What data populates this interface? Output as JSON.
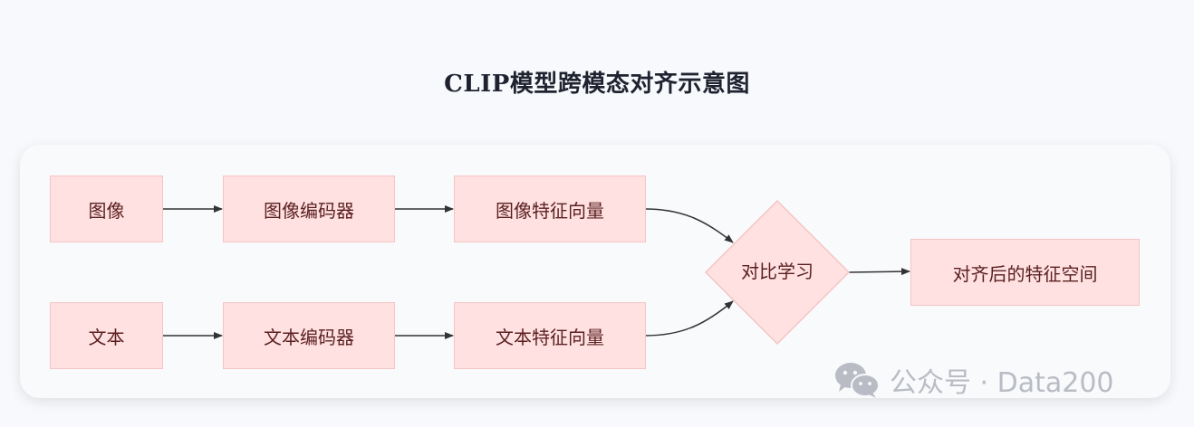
{
  "title": "CLIP模型跨模态对齐示意图",
  "nodes": {
    "image": "图像",
    "image_encoder": "图像编码器",
    "image_feature": "图像特征向量",
    "text": "文本",
    "text_encoder": "文本编码器",
    "text_feature": "文本特征向量",
    "contrastive": "对比学习",
    "aligned_space": "对齐后的特征空间"
  },
  "watermark": {
    "text": "公众号 · Data200",
    "icon": "wechat-icon"
  },
  "colors": {
    "node_fill": "#ffe1e1",
    "node_border": "#f6c4c4",
    "node_text": "#5b1f1f",
    "edge": "#333333"
  }
}
